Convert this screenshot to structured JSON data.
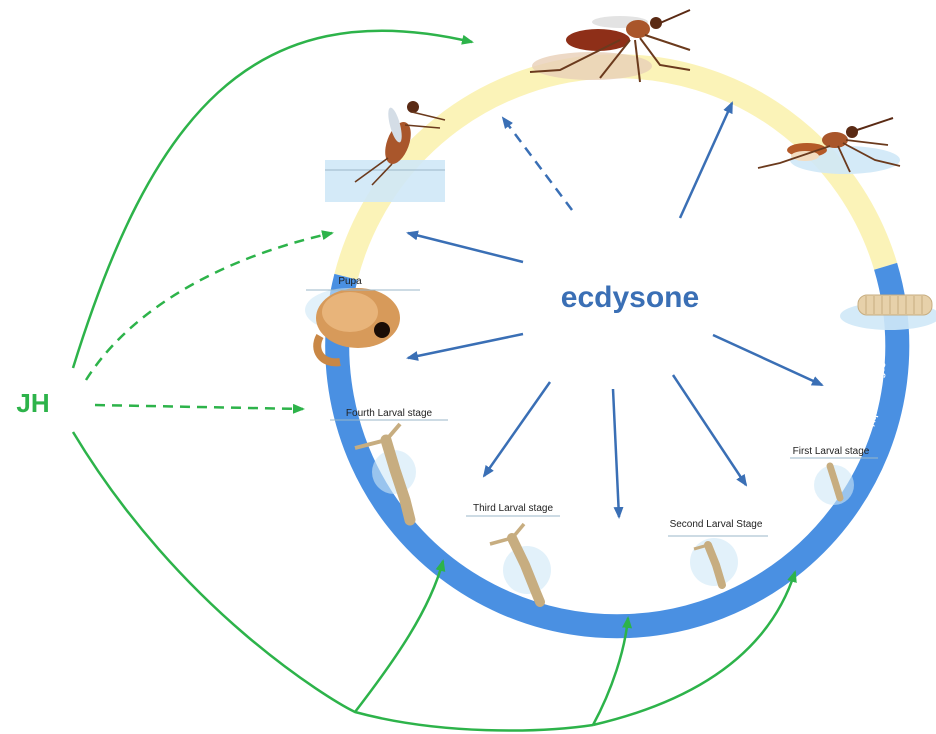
{
  "hormones": {
    "ecdysone": "ecdysone",
    "jh": "JH"
  },
  "stages": {
    "pupa": "Pupa",
    "fourth": "Fourth Larval stage",
    "third": "Third Larval stage",
    "second": "Second Larval Stage",
    "first": "First Larval stage",
    "aquatic": "Aquatic Stages"
  },
  "colors": {
    "aquatic_ring": "#4a90e2",
    "terrestrial_ring": "#fbf3b8",
    "ecdysone": "#3a6fb5",
    "jh": "#2db34a",
    "water": "#cfe8f7",
    "mosquito_body": "#9c4a24",
    "larva": "#c7ad80"
  },
  "icons": [
    "adult-mosquito-icon",
    "egg-raft-icon",
    "pupa-icon",
    "larva-icon",
    "emerging-adult-icon"
  ]
}
